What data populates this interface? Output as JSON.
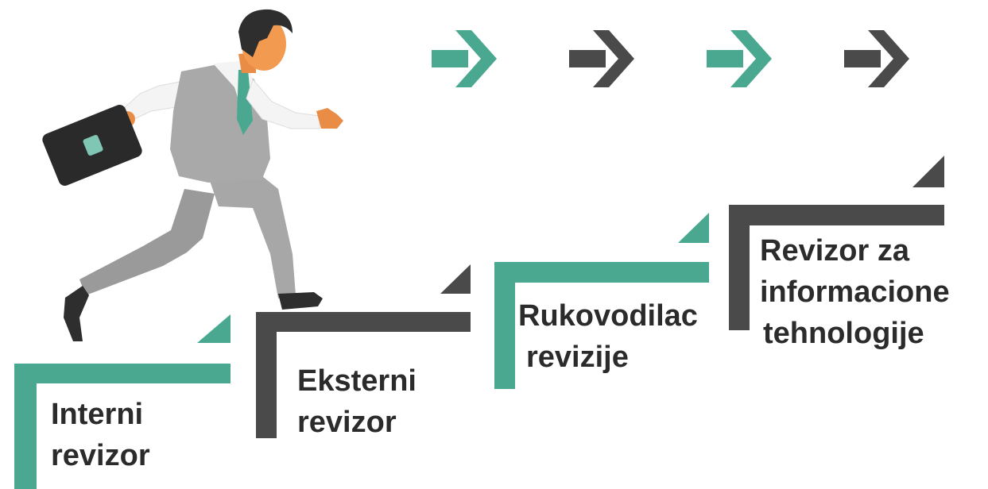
{
  "colors": {
    "teal": "#4aa890",
    "dark": "#4a4a4a",
    "text": "#2b2b2b"
  },
  "arrows": [
    {
      "color": "teal",
      "icon": "arrow-right-icon"
    },
    {
      "color": "dark",
      "icon": "arrow-right-icon"
    },
    {
      "color": "teal",
      "icon": "arrow-right-icon"
    },
    {
      "color": "dark",
      "icon": "arrow-right-icon"
    }
  ],
  "steps": [
    {
      "color": "teal",
      "lines": [
        "Interni",
        "revizor"
      ]
    },
    {
      "color": "dark",
      "lines": [
        "Eksterni",
        "revizor"
      ]
    },
    {
      "color": "teal",
      "lines": [
        "Rukovodilac",
        "revizije"
      ]
    },
    {
      "color": "dark",
      "lines": [
        "Revizor za",
        "informacione",
        "tehnologije"
      ]
    }
  ]
}
